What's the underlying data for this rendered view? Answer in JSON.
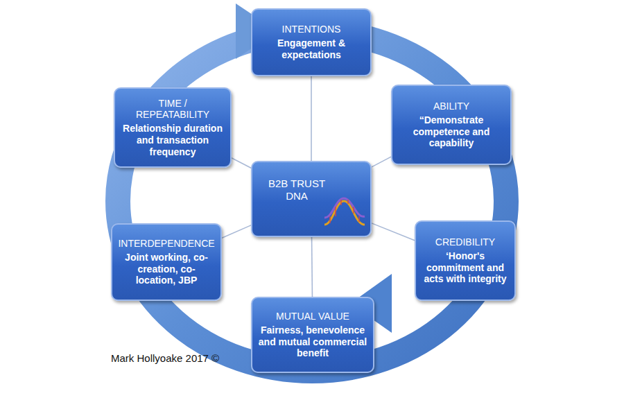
{
  "diagram": {
    "nodes": [
      {
        "text": [
          "INTENTIONS",
          "Engagement & expectations"
        ]
      },
      {
        "text": [
          "TIME / REPEATABILITY",
          "Relationship duration and transaction frequency"
        ]
      },
      {
        "text": [
          "ABILITY",
          "“Demonstrate competence and capability"
        ]
      },
      {
        "text": [
          "B2B TRUST DNA"
        ]
      },
      {
        "text": [
          "INTERDEPENDENCE",
          "Joint working, co-creation, co-location, JBP"
        ]
      },
      {
        "text": [
          "CREDIBILITY",
          "‘Honor's commitment and acts with integrity"
        ]
      },
      {
        "text": [
          "MUTUAL VALUE",
          "Fairness, benevolence and mutual commercial benefit"
        ]
      }
    ],
    "edges": [
      {
        "from": 3,
        "to": 0,
        "arrow": "none"
      },
      {
        "from": 3,
        "to": 2,
        "arrow": "none"
      },
      {
        "from": 3,
        "to": 5,
        "arrow": "none"
      },
      {
        "from": 3,
        "to": 6,
        "arrow": "none"
      },
      {
        "from": 3,
        "to": 4,
        "arrow": "none"
      },
      {
        "from": 3,
        "to": 1,
        "arrow": "none"
      }
    ],
    "labels": [
      "Mark Hollyoake 2017 ©"
    ]
  }
}
